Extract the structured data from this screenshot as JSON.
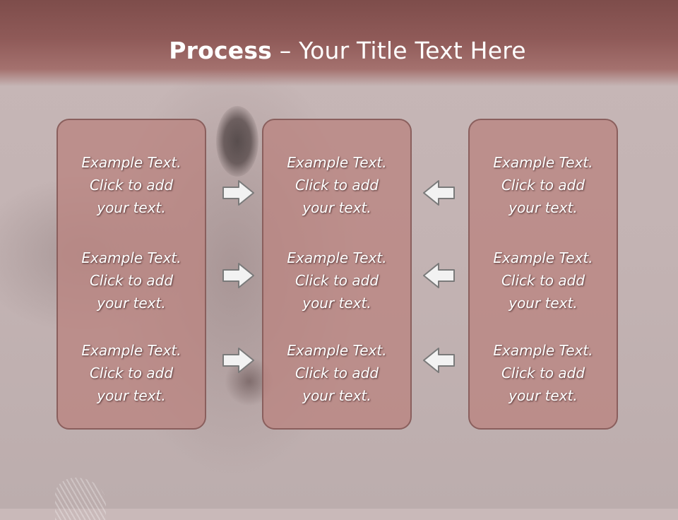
{
  "title": {
    "bold": "Process",
    "rest": " – Your Title Text Here"
  },
  "columns": [
    {
      "items": [
        "Example Text.\nClick  to add\nyour text.",
        "Example Text.\nClick  to add\nyour text.",
        "Example Text.\nClick  to add\nyour text."
      ]
    },
    {
      "items": [
        "Example Text.\nClick  to add\nyour text.",
        "Example Text.\nClick  to add\nyour text.",
        "Example Text.\nClick  to add\nyour text."
      ]
    },
    {
      "items": [
        "Example Text.\nClick  to add\nyour text.",
        "Example Text.\nClick  to add\nyour text.",
        "Example Text.\nClick  to add\nyour text."
      ]
    }
  ],
  "arrows": {
    "left_to_middle": [
      "arrow-right-icon",
      "arrow-right-icon",
      "arrow-right-icon"
    ],
    "right_to_middle": [
      "arrow-left-icon",
      "arrow-left-icon",
      "arrow-left-icon"
    ]
  },
  "colors": {
    "title_bar": "#8f5a58",
    "box_fill": "#ba8480",
    "box_border": "#8a5f5d",
    "arrow_fill": "#f2f2f2",
    "arrow_stroke": "#7a7a7a"
  }
}
